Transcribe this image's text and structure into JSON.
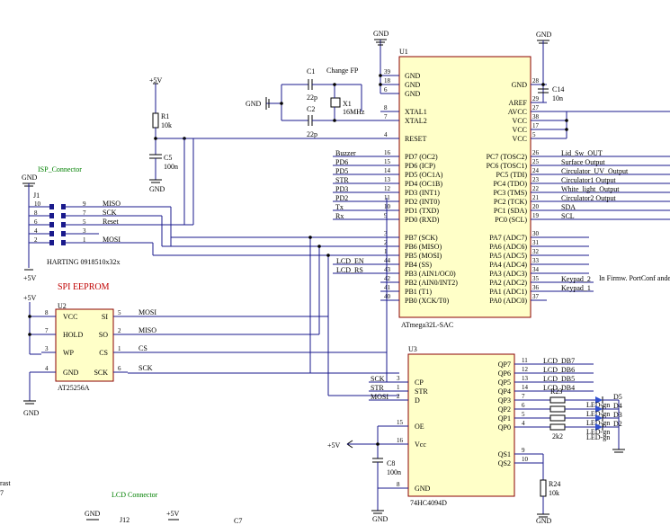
{
  "u1": {
    "ref": "U1",
    "part": "ATmega32L-SAC",
    "left_pins": [
      {
        "num": "39",
        "name": "GND"
      },
      {
        "num": "18",
        "name": "GND"
      },
      {
        "num": "6",
        "name": "GND"
      },
      {
        "num": "8",
        "name": "XTAL1"
      },
      {
        "num": "7",
        "name": "XTAL2"
      },
      {
        "num": "4",
        "name": "RESET"
      },
      {
        "num": "16",
        "name": "PD7 (OC2)"
      },
      {
        "num": "15",
        "name": "PD6 (ICP)"
      },
      {
        "num": "14",
        "name": "PD5 (OC1A)"
      },
      {
        "num": "13",
        "name": "PD4 (OC1B)"
      },
      {
        "num": "12",
        "name": "PD3 (INT1)"
      },
      {
        "num": "11",
        "name": "PD2 (INT0)"
      },
      {
        "num": "10",
        "name": "PD1 (TXD)"
      },
      {
        "num": "9",
        "name": "PD0 (RXD)"
      },
      {
        "num": "3",
        "name": "PB7 (SCK)"
      },
      {
        "num": "2",
        "name": "PB6 (MISO)"
      },
      {
        "num": "1",
        "name": "PB5 (MOSI)"
      },
      {
        "num": "44",
        "name": "PB4 (SS)"
      },
      {
        "num": "43",
        "name": "PB3 (AIN1/OC0)"
      },
      {
        "num": "42",
        "name": "PB2 (AIN0/INT2)"
      },
      {
        "num": "41",
        "name": "PB1 (T1)"
      },
      {
        "num": "40",
        "name": "PB0 (XCK/T0)"
      }
    ],
    "right_pins": [
      {
        "num": "28",
        "name": "GND"
      },
      {
        "num": "29",
        "name": "AREF"
      },
      {
        "num": "27",
        "name": "AVCC"
      },
      {
        "num": "38",
        "name": "VCC"
      },
      {
        "num": "17",
        "name": "VCC"
      },
      {
        "num": "5",
        "name": "VCC"
      },
      {
        "num": "26",
        "name": "PC7 (TOSC2)"
      },
      {
        "num": "25",
        "name": "PC6 (TOSC1)"
      },
      {
        "num": "24",
        "name": "PC5 (TDI)"
      },
      {
        "num": "23",
        "name": "PC4 (TDO)"
      },
      {
        "num": "22",
        "name": "PC3 (TMS)"
      },
      {
        "num": "21",
        "name": "PC2 (TCK)"
      },
      {
        "num": "20",
        "name": "PC1 (SDA)"
      },
      {
        "num": "19",
        "name": "PC0 (SCL)"
      },
      {
        "num": "30",
        "name": "PA7 (ADC7)"
      },
      {
        "num": "31",
        "name": "PA6 (ADC6)"
      },
      {
        "num": "32",
        "name": "PA5 (ADC5)"
      },
      {
        "num": "33",
        "name": "PA4 (ADC4)"
      },
      {
        "num": "34",
        "name": "PA3 (ADC3)"
      },
      {
        "num": "35",
        "name": "PA2 (ADC2)"
      },
      {
        "num": "36",
        "name": "PA1 (ADC1)"
      },
      {
        "num": "37",
        "name": "PA0 (ADC0)"
      }
    ],
    "pd_nets": [
      "Buzzer",
      "PD6",
      "PD5",
      "STR",
      "PD3",
      "PD2",
      "Tx",
      "Rx"
    ],
    "pb_nets": [
      "",
      "",
      "",
      "LCD_EN",
      "LCD_RS",
      "",
      "",
      ""
    ],
    "pc_nets": [
      "Lid_Sw_OUT",
      "Surface Output",
      "Circulator_UV_Output",
      "Circulator1 Output",
      "White_light_Output",
      "Circulator2 Output",
      "SDA",
      "SCL"
    ],
    "pa_nets": [
      "",
      "",
      "",
      "",
      "",
      "Keypad_2",
      "Keypad_1",
      ""
    ],
    "pa_note": "In Firmw. PortConf ande"
  },
  "u2": {
    "ref": "U2",
    "part": "AT25256A",
    "title": "SPI EEPROM",
    "left_pins": [
      {
        "num": "8",
        "name": "VCC"
      },
      {
        "num": "7",
        "name": "HOLD"
      },
      {
        "num": "3",
        "name": "WP"
      },
      {
        "num": "4",
        "name": "GND"
      }
    ],
    "right_pins": [
      {
        "num": "5",
        "name": "SI"
      },
      {
        "num": "2",
        "name": "SO"
      },
      {
        "num": "1",
        "name": "CS"
      },
      {
        "num": "6",
        "name": "SCK"
      }
    ],
    "nets": [
      "MOSI",
      "MISO",
      "CS",
      "SCK"
    ]
  },
  "u3": {
    "ref": "U3",
    "part": "74HC4094D",
    "left_pins": [
      {
        "num": "3",
        "name": "CP"
      },
      {
        "num": "1",
        "name": "STR"
      },
      {
        "num": "2",
        "name": "D"
      },
      {
        "num": "15",
        "name": "OE"
      },
      {
        "num": "16",
        "name": "Vcc"
      },
      {
        "num": "8",
        "name": "GND"
      }
    ],
    "left_nets": [
      "SCK",
      "STR",
      "MOSI"
    ],
    "right_pins": [
      {
        "num": "11",
        "name": "QP7"
      },
      {
        "num": "12",
        "name": "QP6"
      },
      {
        "num": "13",
        "name": "QP5"
      },
      {
        "num": "14",
        "name": "QP4"
      },
      {
        "num": "7",
        "name": "QP3"
      },
      {
        "num": "6",
        "name": "QP2"
      },
      {
        "num": "5",
        "name": "QP1"
      },
      {
        "num": "4",
        "name": "QP0"
      },
      {
        "num": "9",
        "name": "QS1"
      },
      {
        "num": "10",
        "name": "QS2"
      }
    ],
    "right_nets": [
      "LCD_DB7",
      "LCD_DB6",
      "LCD_DB5",
      "LCD_DB4"
    ]
  },
  "j1": {
    "ref": "J1",
    "title": "ISP_Connector",
    "part": "HARTING 0918510x32x",
    "pins": [
      {
        "l": "10",
        "r": "9",
        "net": "MISO"
      },
      {
        "l": "8",
        "r": "7",
        "net": "SCK"
      },
      {
        "l": "6",
        "r": "5",
        "net": "Reset"
      },
      {
        "l": "4",
        "r": "3",
        "net": ""
      },
      {
        "l": "2",
        "r": "1",
        "net": "MOSI"
      }
    ]
  },
  "passives": {
    "c1": {
      "ref": "C1",
      "value": "22p"
    },
    "c2": {
      "ref": "C2",
      "value": "22p"
    },
    "x1": {
      "ref": "X1",
      "value": "16MHz",
      "note": "Change FP"
    },
    "r1": {
      "ref": "R1",
      "value": "10k"
    },
    "c5": {
      "ref": "C5",
      "value": "100n"
    },
    "c14": {
      "ref": "C14",
      "value": "10n"
    },
    "c8": {
      "ref": "C8",
      "value": "100n"
    },
    "r24": {
      "ref": "R24",
      "value": "10k"
    },
    "led_res": [
      "2k2",
      "2k2",
      "2k2",
      "2k2"
    ],
    "led_res_ref": "R23",
    "leds": [
      "D5",
      "D4",
      "D3",
      "D2"
    ],
    "led_label": "LED-gn"
  },
  "power": {
    "gnd": "GND",
    "vcc": "+5V"
  },
  "footer": {
    "lcd_title": "LCD Connector",
    "j12": "J12",
    "c7": "C7",
    "left_cut": "rast",
    "left_cut2": "7"
  },
  "colors": {
    "wire": "#1a1a8c",
    "component_fill": "#ffffc8",
    "component_border": "#8b0000",
    "title_red": "#c00000",
    "title_green": "#008000"
  }
}
